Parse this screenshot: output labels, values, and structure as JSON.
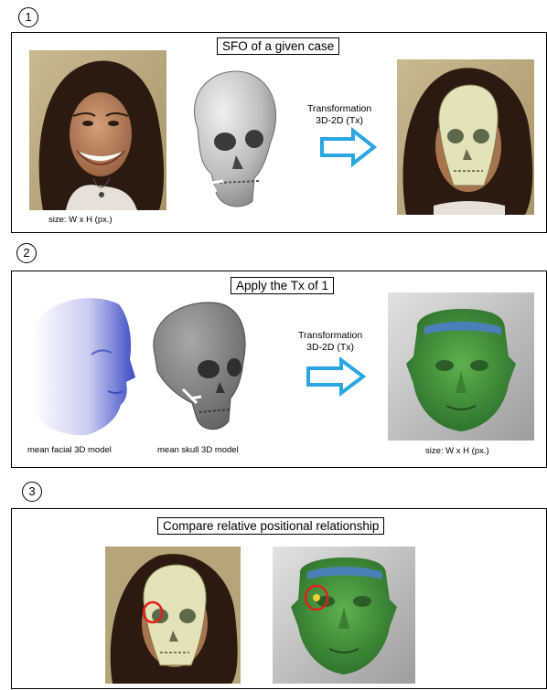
{
  "steps": [
    "1",
    "2",
    "3"
  ],
  "panel1": {
    "title": "SFO of a given case",
    "photo_caption": "size: W x H (px.)",
    "transform_line1": "Transformation",
    "transform_line2": "3D-2D (Tx)"
  },
  "panel2": {
    "title": "Apply the Tx of 1",
    "face_caption": "mean facial 3D model",
    "skull_caption": "mean skull 3D model",
    "transform_line1": "Transformation",
    "transform_line2": "3D-2D (Tx)",
    "render_caption": "size: W x H (px.)"
  },
  "panel3": {
    "title": "Compare relative positional relationship"
  },
  "colors": {
    "arrow_blue": "#2aa6e0",
    "face_blue": "#3c4bc4",
    "skull_gray": "#8c8c8c",
    "model_green": "#3f8f3a",
    "highlight_red": "#e0201a",
    "skin": "#b07a55",
    "hair": "#2b1a10"
  }
}
